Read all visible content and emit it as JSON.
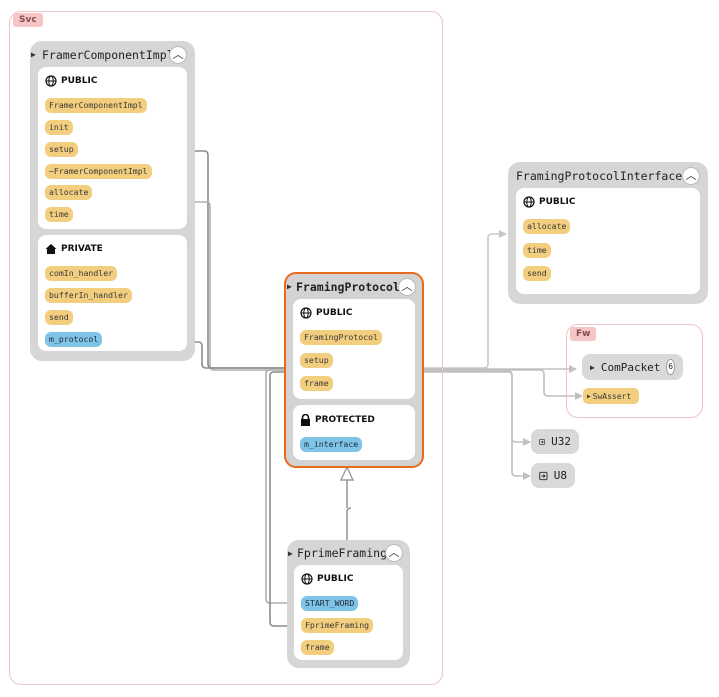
{
  "namespaces": {
    "svc": {
      "tag": "Svc"
    },
    "fw": {
      "tag": "Fw"
    }
  },
  "cards": {
    "framer_component_impl": {
      "title": "FramerComponentImpl",
      "public_label": "PUBLIC",
      "public_items": [
        "FramerComponentImpl",
        "init",
        "setup",
        "~FramerComponentImpl",
        "allocate",
        "time"
      ],
      "private_label": "PRIVATE",
      "private_items": [
        "comIn_handler",
        "bufferIn_handler",
        "send",
        "m_protocol"
      ]
    },
    "framing_protocol": {
      "title": "FramingProtocol",
      "public_label": "PUBLIC",
      "public_items": [
        "FramingProtocol",
        "setup",
        "frame"
      ],
      "protected_label": "PROTECTED",
      "protected_items": [
        "m_interface"
      ]
    },
    "framing_protocol_interface": {
      "title": "FramingProtocolInterface",
      "public_label": "PUBLIC",
      "public_items": [
        "allocate",
        "time",
        "send"
      ]
    },
    "fprime_framing": {
      "title": "FprimeFraming",
      "public_label": "PUBLIC",
      "public_items": [
        "START_WORD",
        "FprimeFraming",
        "frame"
      ]
    }
  },
  "fw_items": {
    "com_packet": {
      "title": "ComPacket",
      "count": "6"
    },
    "sw_assert": {
      "title": "SwAssert"
    }
  },
  "types": {
    "u32": "U32",
    "u8": "U8"
  },
  "icons": [
    "globe-icon",
    "home-icon",
    "lock-icon",
    "chevron-up-icon",
    "expand-triangle-icon",
    "external-link-icon"
  ],
  "colors": {
    "selected_border": "#e86a1c",
    "method_pill": "#f2ce7e",
    "variable_pill": "#7fc3e6",
    "namespace_border": "#efc4c4",
    "card_bg": "#d6d6d6"
  }
}
